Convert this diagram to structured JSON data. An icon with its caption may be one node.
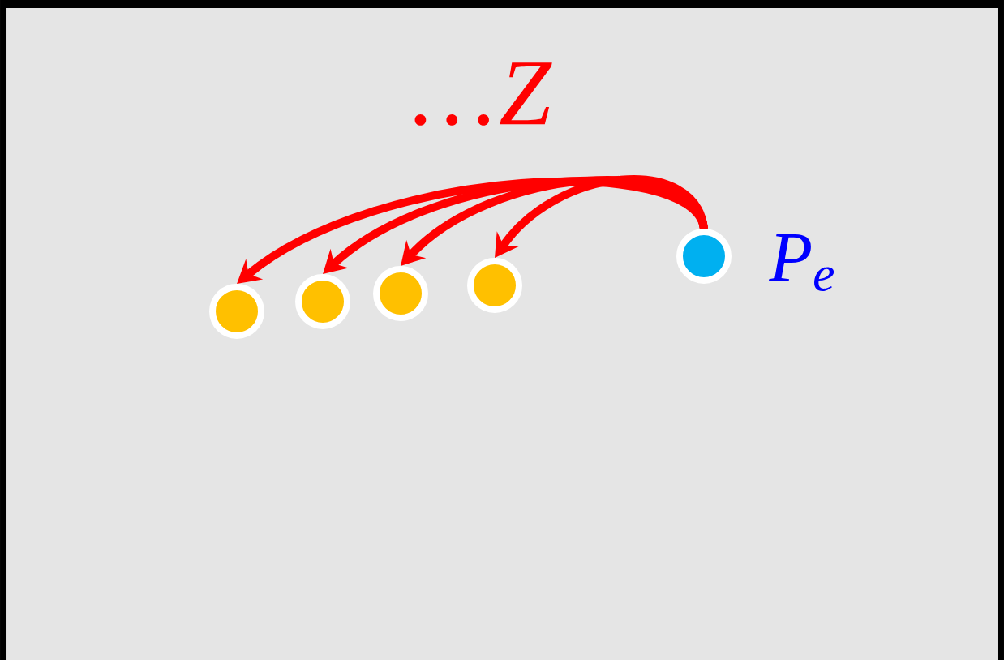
{
  "diagram": {
    "nodes": [
      {
        "text": [],
        "shape": "circle",
        "beside": [
          "P$_{e}$"
        ]
      },
      {
        "text": [],
        "shape": "circle"
      },
      {
        "text": [],
        "shape": "circle"
      },
      {
        "text": [],
        "shape": "circle"
      },
      {
        "text": [],
        "shape": "circle"
      }
    ],
    "edges": [
      {
        "from": 0,
        "to": 1,
        "arrow": "to"
      },
      {
        "from": 0,
        "to": 2,
        "arrow": "to"
      },
      {
        "from": 0,
        "to": 3,
        "arrow": "to"
      },
      {
        "from": 0,
        "to": 4,
        "arrow": "to"
      }
    ],
    "labels": [
      "…*Z*"
    ]
  }
}
